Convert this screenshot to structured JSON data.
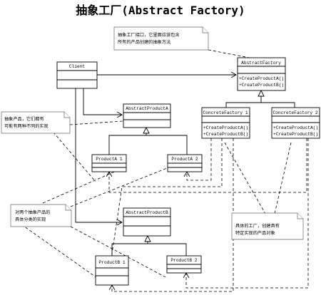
{
  "title": "抽象工厂(Abstract Factory)",
  "classes": {
    "client": "Client",
    "abstract_factory": {
      "name": "AbstractFactory",
      "methods": [
        "+CreateProductA()",
        "+CreateProductB()"
      ]
    },
    "concrete_factory_1": {
      "name": "ConcreteFactory 1",
      "methods": [
        "+CreateProductA()",
        "+CreateProductB()"
      ]
    },
    "concrete_factory_2": {
      "name": "ConcreteFactory 2",
      "methods": [
        "+CreateProductA()",
        "+CreateProductB()"
      ]
    },
    "abstract_product_a": "AbstractProductA",
    "product_a1": "ProductA 1",
    "product_a2": "ProductA 2",
    "abstract_product_b": "AbstractProductB",
    "product_b1": "ProductB 1",
    "product_b2": "ProductB 2"
  },
  "notes": {
    "factory_interface": [
      "抽象工厂接口，它里面应该包含",
      "所有的产品创建的抽象方法"
    ],
    "abstract_product": [
      "抽象产品，它们都有",
      "可能有两种不同的实现"
    ],
    "concrete_products": [
      "对两个抽象产品的",
      "具体分类的实现"
    ],
    "concrete_factories": [
      "具体的工厂，创建具有",
      "特定实现的产品对象"
    ]
  }
}
